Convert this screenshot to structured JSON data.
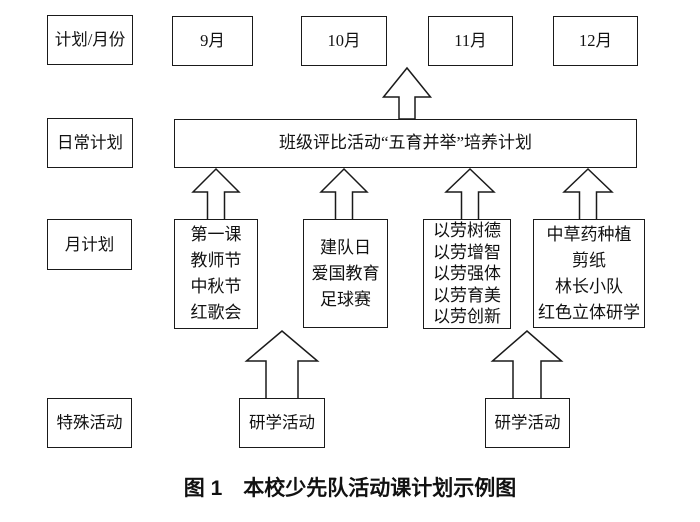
{
  "figure": {
    "header": {
      "row_label": "计划/月份",
      "months": [
        "9月",
        "10月",
        "11月",
        "12月"
      ]
    },
    "daily": {
      "row_label": "日常计划",
      "plan": "班级评比活动“五育并举”培养计划"
    },
    "monthly": {
      "row_label": "月计划",
      "plans": [
        [
          "第一课",
          "教师节",
          "中秋节",
          "红歌会"
        ],
        [
          "建队日",
          "爱国教育",
          "足球赛"
        ],
        [
          "以劳树德",
          "以劳增智",
          "以劳强体",
          "以劳育美",
          "以劳创新"
        ],
        [
          "中草药种植",
          "剪纸",
          "林长小队",
          "红色立体研学"
        ]
      ]
    },
    "special": {
      "row_label": "特殊活动",
      "activities": [
        "研学活动",
        "研学活动"
      ]
    },
    "caption": {
      "prefix": "图 1",
      "title": "本校少先队活动课计划示例图"
    }
  },
  "colors": {
    "line": "#1a1a1a",
    "background": "#ffffff"
  }
}
